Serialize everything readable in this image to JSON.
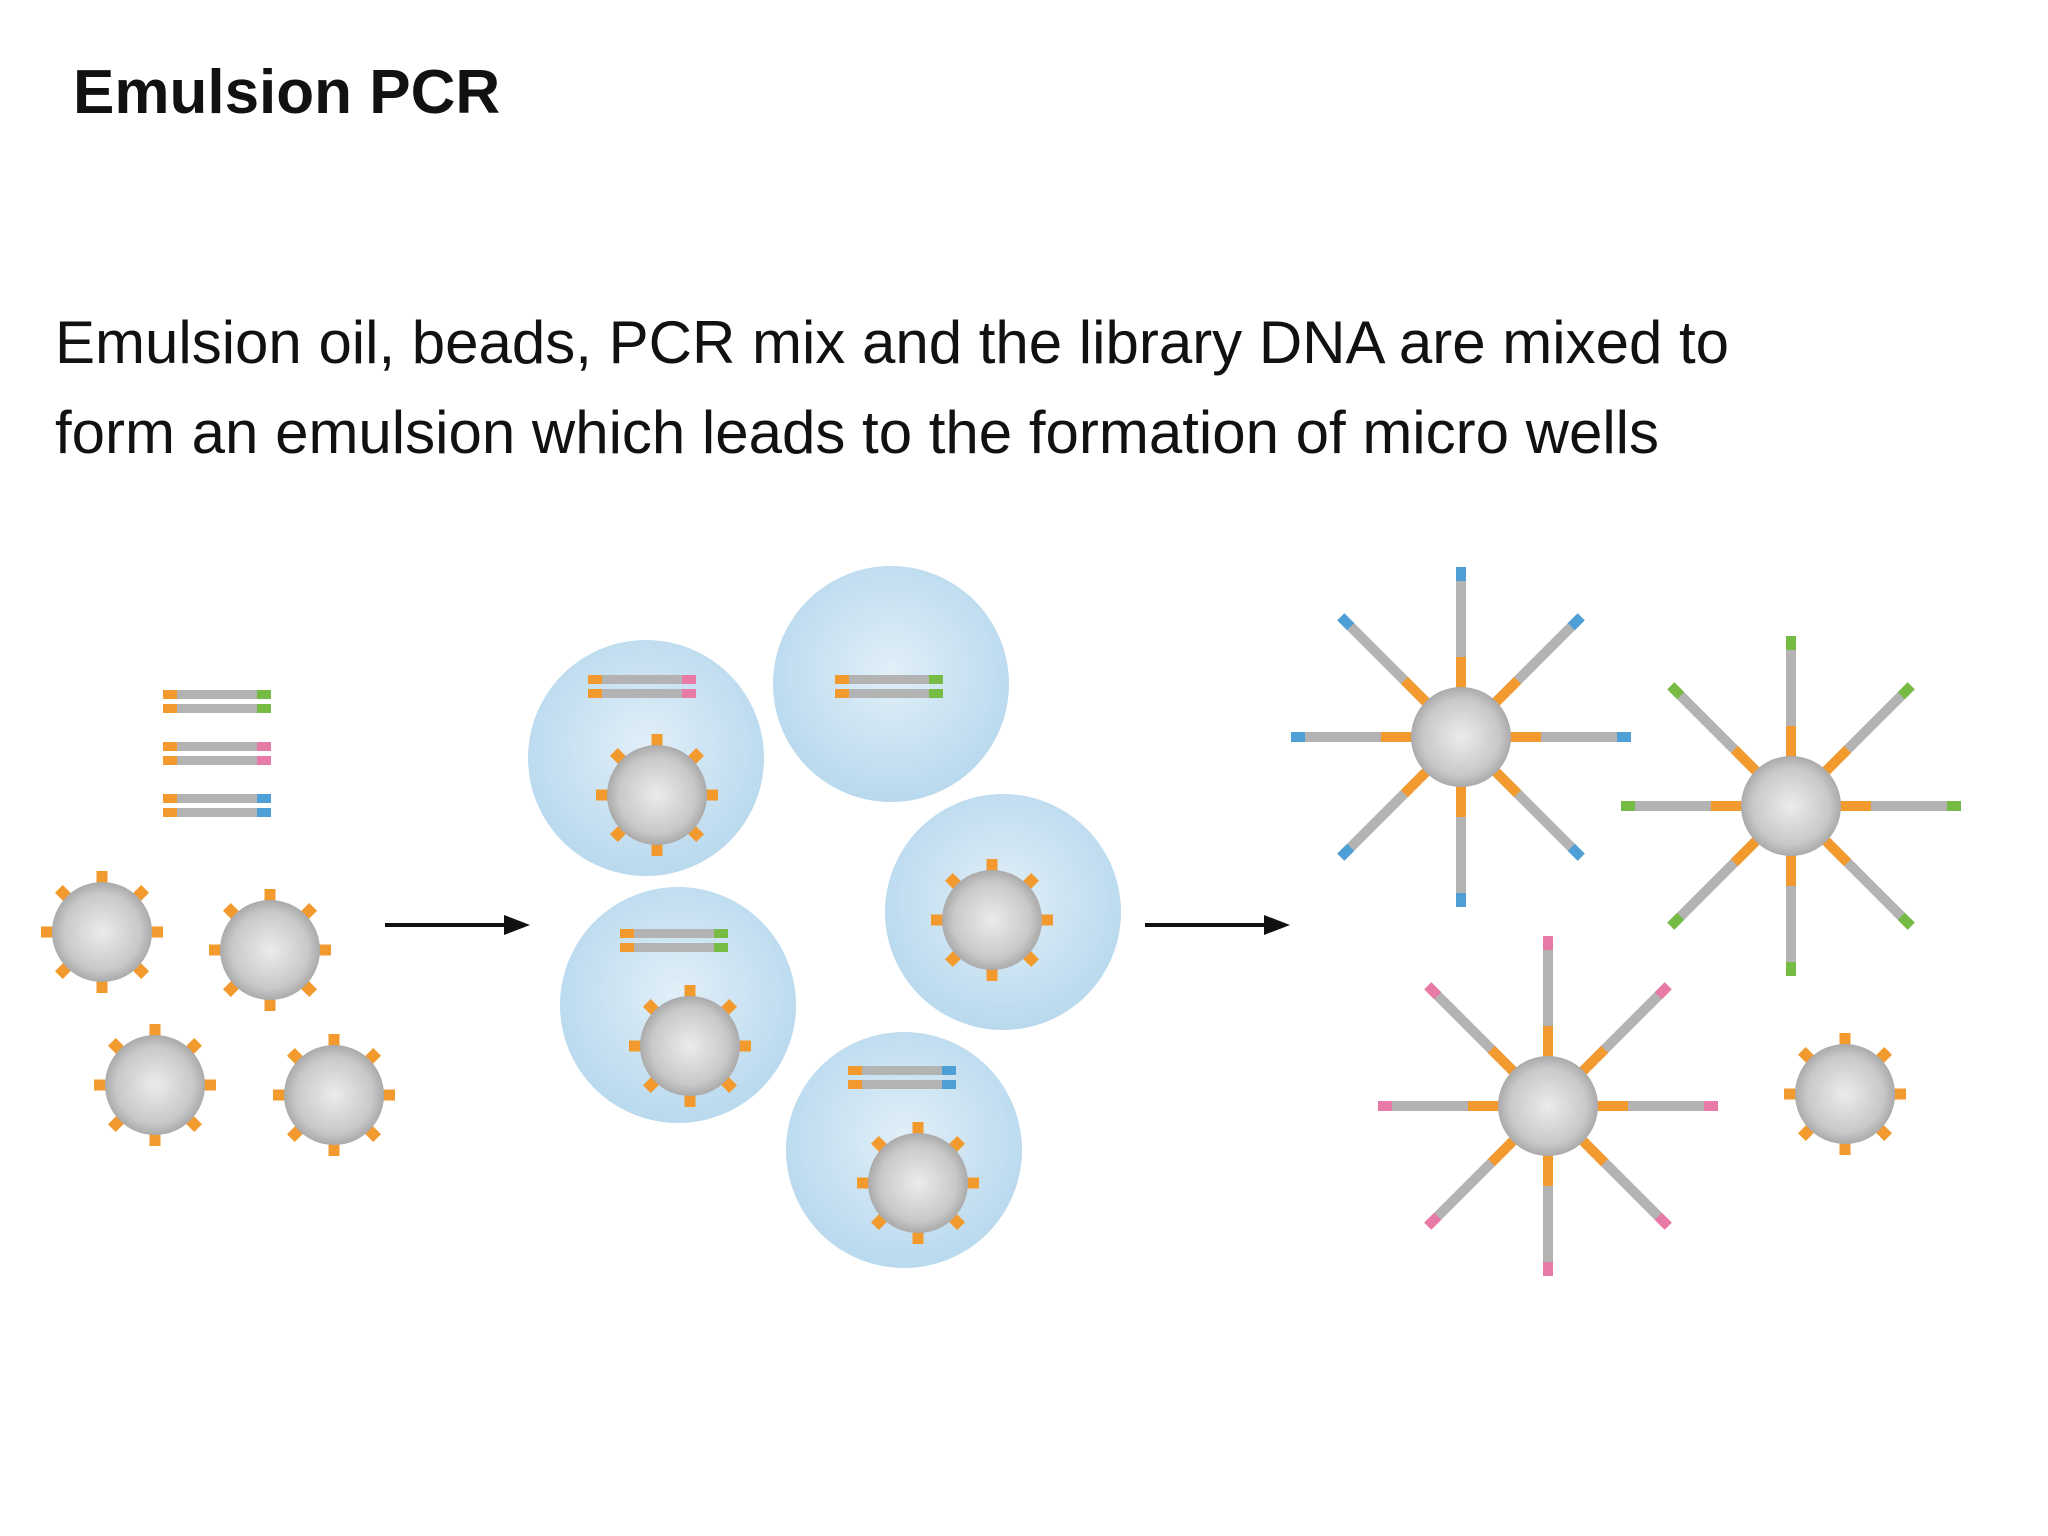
{
  "slide": {
    "title": "Emulsion PCR",
    "description_lines": [
      "Emulsion oil, beads, PCR mix and the library DNA are mixed to",
      "form an emulsion which leads to the formation of micro wells"
    ]
  },
  "colors": {
    "strand": "#b3b3b3",
    "adapter": "#f39a2e",
    "barcode_green": "#76bb44",
    "barcode_pink": "#e87aa8",
    "barcode_blue": "#4d9fd6",
    "droplet": "#bfdcee",
    "bead": "#c4c4c4",
    "arrow": "#111111"
  },
  "diagram": {
    "stages": [
      "inputs",
      "emulsion-droplets",
      "amplified-beads"
    ],
    "inputs": {
      "library_fragment_barcodes": [
        "green",
        "pink",
        "blue"
      ],
      "bead_count": 4
    },
    "droplets": [
      {
        "fragment": "pink",
        "bead": true
      },
      {
        "fragment": "green",
        "bead": false
      },
      {
        "fragment": "none",
        "bead": true
      },
      {
        "fragment": "green",
        "bead": true
      },
      {
        "fragment": "blue",
        "bead": true
      }
    ],
    "amplified_beads": [
      "blue",
      "green",
      "pink",
      "none"
    ]
  }
}
